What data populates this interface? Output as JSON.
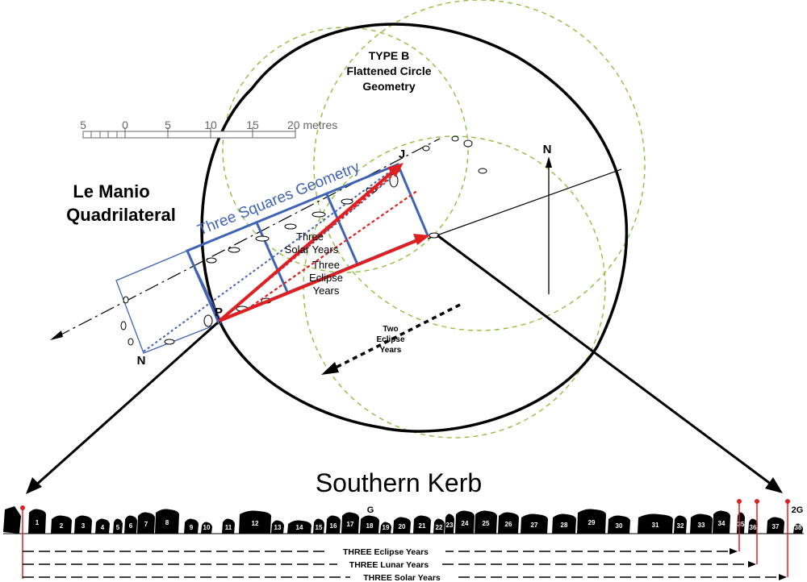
{
  "title_block": {
    "line1": "TYPE B",
    "line2": "Flattened Circle",
    "line3": "Geometry"
  },
  "site_name": {
    "line1": "Le Manio",
    "line2": "Quadrilateral"
  },
  "scale_bar": {
    "ticks": [
      "5",
      "0",
      "5",
      "10",
      "15",
      "20 metres"
    ]
  },
  "labels": {
    "three_squares": "Three Squares Geometry",
    "point_j": "J",
    "point_p": "P",
    "north_left": "N",
    "north_arrow": "N",
    "three_solar_1": "Three",
    "three_solar_2": "Solar Years",
    "three_eclipse_1": "Three",
    "three_eclipse_2": "Eclipse",
    "three_eclipse_3": "Years",
    "two_eclipse_1": "Two",
    "two_eclipse_2": "Eclipse",
    "two_eclipse_3": "Years"
  },
  "kerb": {
    "title": "Southern Kerb",
    "stones": [
      "1",
      "2",
      "3",
      "4",
      "5",
      "6",
      "7",
      "8",
      "9",
      "10",
      "11",
      "12",
      "13",
      "14",
      "15",
      "16",
      "17",
      "18",
      "19",
      "20",
      "21",
      "22",
      "23",
      "24",
      "25",
      "26",
      "27",
      "28",
      "29",
      "30",
      "31",
      "32",
      "33",
      "34",
      "35",
      "36",
      "37",
      "38"
    ],
    "marker_g": "G",
    "marker_2g": "2G",
    "measure_eclipse": "THREE Eclipse Years",
    "measure_lunar": "THREE Lunar Years",
    "measure_solar": "THREE Solar Years"
  },
  "colors": {
    "blue": "#3f63b5",
    "red": "#e02020",
    "green": "#8fbf3a",
    "black": "#000000"
  }
}
